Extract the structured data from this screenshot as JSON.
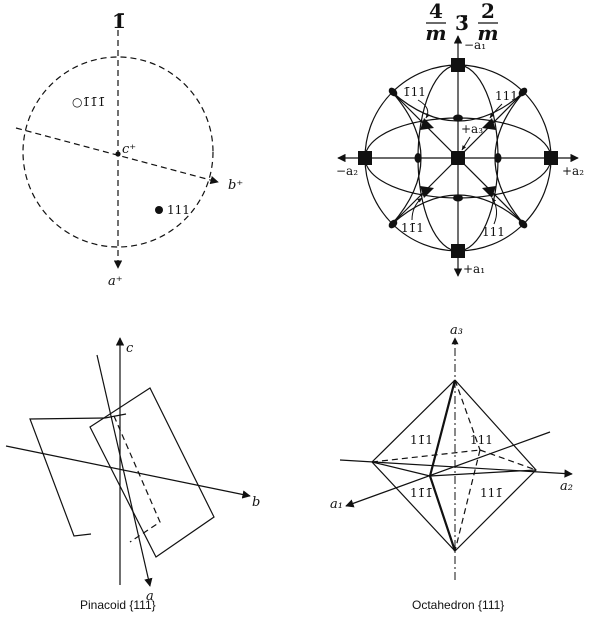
{
  "panel_point_group_1bar": {
    "title": "1̄",
    "labels": {
      "c": "c⁺",
      "b": "b⁺",
      "a": "a⁺",
      "pole_upper": "○1̄1̄1̄",
      "pole_lower": "111"
    }
  },
  "panel_point_group_m3m": {
    "title_left_num": "4",
    "title_left_den": "m",
    "title_mid": "3̄",
    "title_right_num": "2",
    "title_right_den": "m",
    "labels": {
      "neg_a1": "−a₁",
      "pos_a1": "+a₁",
      "neg_a2": "−a₂",
      "pos_a2": "+a₂",
      "pos_a3": "+a₃",
      "f_1bar11": "1̄11",
      "f_111_top": "111",
      "f_11bar1": "11̄1",
      "f_111_bottom": "111"
    }
  },
  "panel_pinacoid": {
    "labels": {
      "c": "c",
      "b": "b",
      "a": "a"
    },
    "caption": "Pinacoid {111}"
  },
  "panel_octahedron": {
    "labels": {
      "a3": "a₃",
      "a2": "a₂",
      "a1": "a₁",
      "f_1bar11": "11̄1",
      "f_111": "111",
      "f_11bar1": "11̄1̄",
      "f_11bar1_b": "111̄"
    },
    "caption": "Octahedron {111}"
  }
}
